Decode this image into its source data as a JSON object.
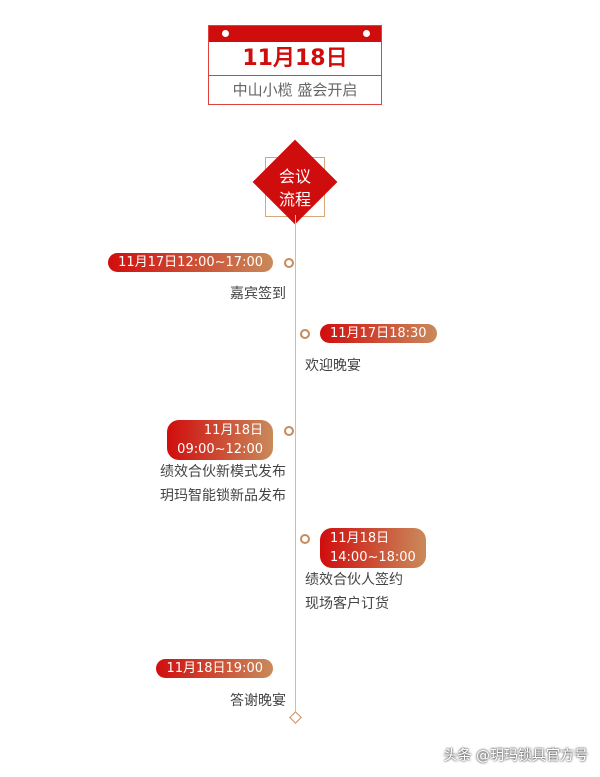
{
  "header": {
    "date": "11月18日",
    "subtitle": "中山小榄 盛会开启"
  },
  "badge": {
    "line1": "会议",
    "line2": "流程"
  },
  "items": [
    {
      "time": "11月17日12:00~17:00",
      "desc": [
        "嘉宾签到"
      ]
    },
    {
      "time": "11月17日18:30",
      "desc": [
        "欢迎晚宴"
      ]
    },
    {
      "time_line1": "11月18日",
      "time_line2": "09:00~12:00",
      "desc": [
        "绩效合伙新模式发布",
        "玥玛智能锁新品发布"
      ]
    },
    {
      "time_line1": "11月18日",
      "time_line2": "14:00~18:00",
      "desc": [
        "绩效合伙人签约",
        "现场客户订货"
      ]
    },
    {
      "time": "11月18日19:00",
      "desc": [
        "答谢晚宴"
      ]
    }
  ],
  "watermark": "头条 @玥玛锁具官方号",
  "colors": {
    "primary": "#d00d0d",
    "accent": "#c98a5a"
  }
}
